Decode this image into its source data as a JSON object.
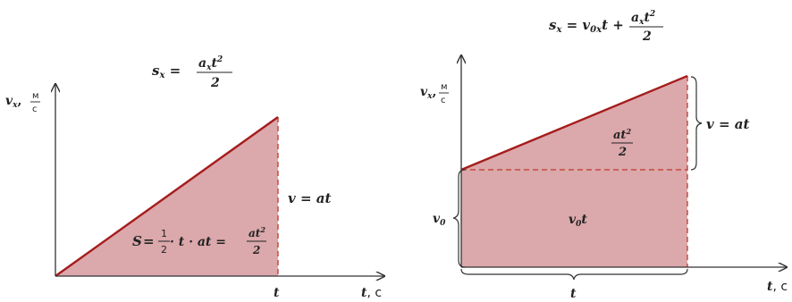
{
  "colors": {
    "fill": "#dba8ab",
    "line": "#a51c1c",
    "axis": "#333333",
    "dash": "#c0392b"
  },
  "left": {
    "formula_top": {
      "s": "s",
      "sub_x": "x",
      "eq": " = ",
      "num": "a",
      "num_sub": "x",
      "num_t": "t",
      "num_sup": "2",
      "den": "2"
    },
    "y_label": {
      "v": "v",
      "sub": "x",
      "comma": ",",
      "unit_num": "м",
      "unit_den": "с"
    },
    "x_label": {
      "t": "t",
      "unit": ", с"
    },
    "tick_t": "t",
    "v_label": "v = at",
    "area_formula": {
      "S": "S",
      "eq1": " = ",
      "half_num": "1",
      "half_den": "2",
      "mid": " · t · at = ",
      "frac_num": "at",
      "frac_sup": "2",
      "frac_den": "2"
    }
  },
  "right": {
    "formula_top": {
      "s": "s",
      "sub_x": "x",
      "eq": " = v",
      "v_sub": "0x",
      "t_part": "t + ",
      "num": "a",
      "num_sub": "x",
      "num_t": "t",
      "num_sup": "2",
      "den": "2"
    },
    "y_label": {
      "v": "v",
      "sub": "x",
      "comma": ",",
      "unit_num": "м",
      "unit_den": "с"
    },
    "x_label": {
      "t": "t",
      "unit": ", с"
    },
    "tick_t": "t",
    "v_label": "v = at",
    "v0_label": {
      "v": "v",
      "sub": "0"
    },
    "triangle_formula": {
      "num": "at",
      "sup": "2",
      "den": "2"
    },
    "rect_formula": {
      "v": "v",
      "sub": "0",
      "t": "t"
    }
  }
}
